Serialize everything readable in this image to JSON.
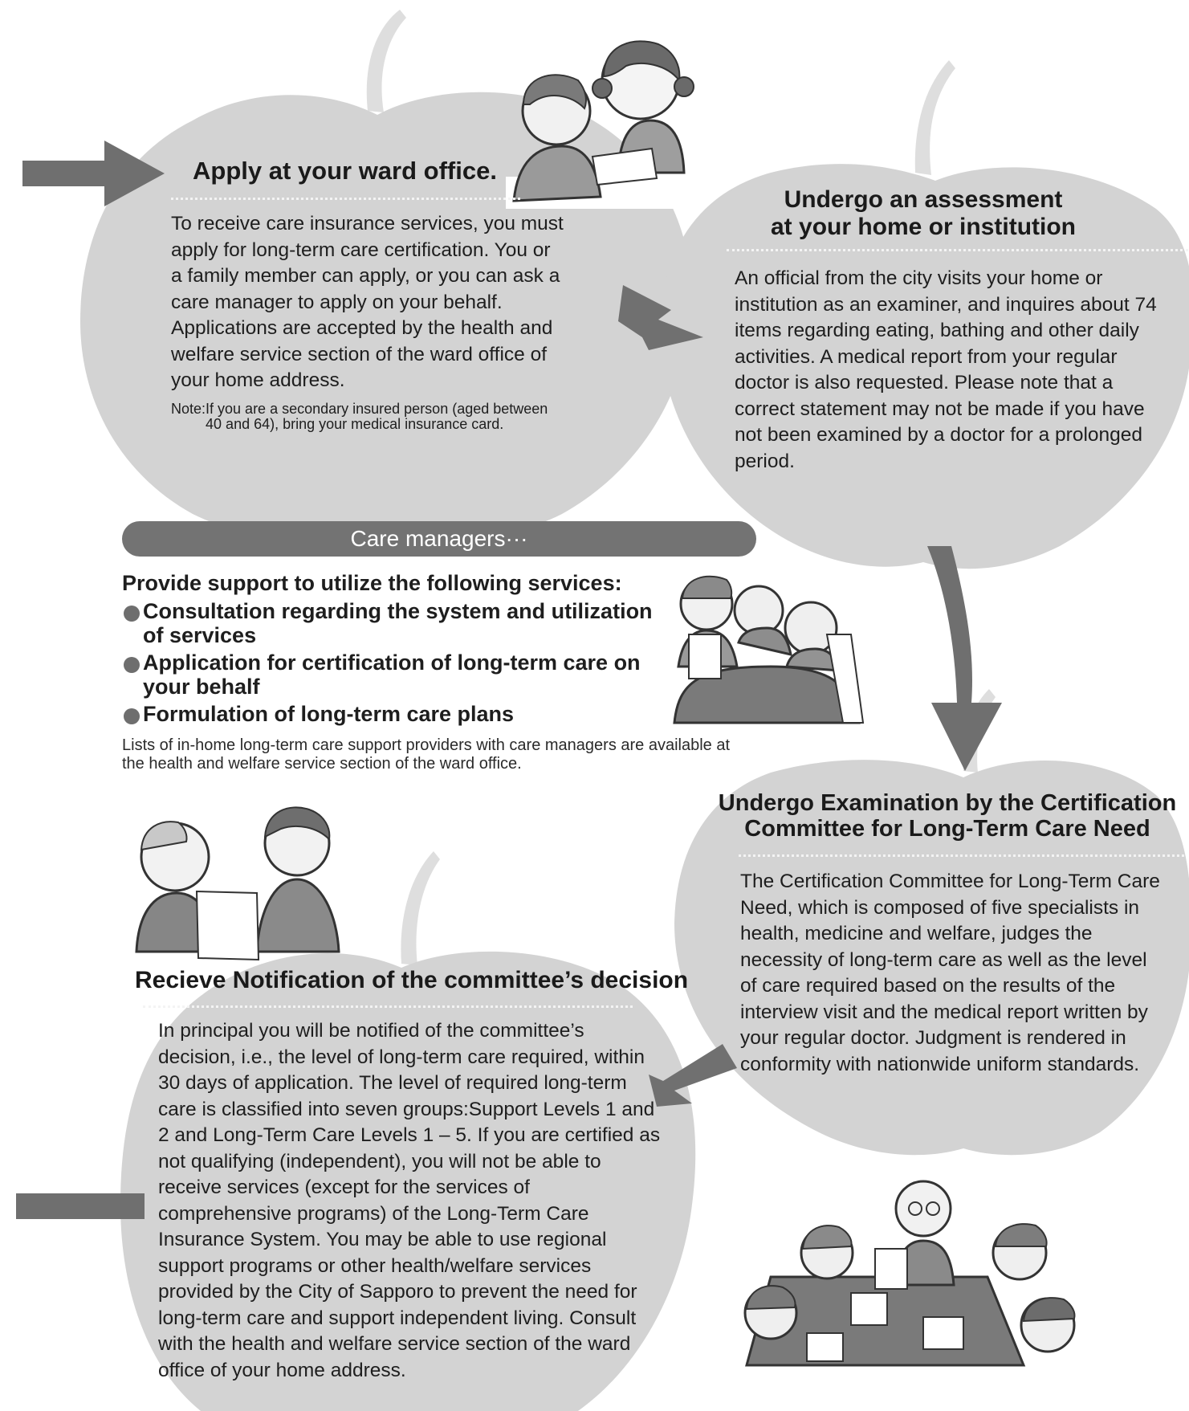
{
  "steps": {
    "apply": {
      "title": "Apply at your ward office.",
      "body": "To receive care insurance services, you must apply for long-term care certification. You or a family member can apply, or you can ask a care manager to apply on your behalf. Applications are accepted by the health and welfare service section of the ward office of your home address.",
      "note_label": "Note:",
      "note_text": "If you are a secondary insured person (aged between 40 and 64), bring your medical insurance card."
    },
    "assessment": {
      "title_line1": "Undergo an assessment",
      "title_line2": "at your home or institution",
      "body": "An official from the city visits your home or institution as an examiner, and inquires about 74 items regarding eating, bathing and other daily activities. A medical report from your regular doctor is also requested. Please note that a correct statement may not be made if you have not been examined by a doctor for a prolonged period."
    },
    "examination": {
      "title_line1": "Undergo Examination by the Certification",
      "title_line2": "Committee for Long-Term Care Need",
      "body": "The Certification Committee for Long-Term Care Need, which is composed of five specialists in health, medicine and welfare, judges the necessity of long-term care as well as the level of care required based on the results of the interview visit and the medical report written by your regular doctor. Judgment is rendered in conformity with nationwide uniform standards."
    },
    "notification": {
      "title": "Recieve Notification of the committee’s decision",
      "body": "In principal you will be notified of the committee’s decision, i.e., the level of long-term care required, within 30 days of application. The level of required long-term care is classified into seven groups:Support Levels 1 and 2 and Long-Term Care Levels 1 – 5. If you are certified as not qualifying (independent), you will not be able to receive services (except for the services of comprehensive programs) of the Long-Term Care Insurance System. You may be able to use regional support programs or other health/welfare services provided by the City of Sapporo to prevent the need for long-term care and support independent living. Consult with the health and welfare service section of the ward office of your home address."
    }
  },
  "care_managers": {
    "heading": "Care managers···",
    "intro": "Provide support to utilize the following services:",
    "items": [
      "Consultation regarding the system and utilization of services",
      "Application for certification of long-term care on your behalf",
      "Formulation of long-term care plans"
    ],
    "note": "Lists of in-home long-term care support providers with care managers are available at the health and welfare service section of the ward office."
  },
  "colors": {
    "apple_fill": "#d3d3d3",
    "stem": "#dedede",
    "arrow": "#6f6f6f",
    "bar": "#737373",
    "text": "#1e1e1e"
  },
  "illustrations": [
    "applicant-and-clerk",
    "care-manager-and-elderly-couple",
    "elderly-man-consulting-staff",
    "committee-meeting"
  ]
}
